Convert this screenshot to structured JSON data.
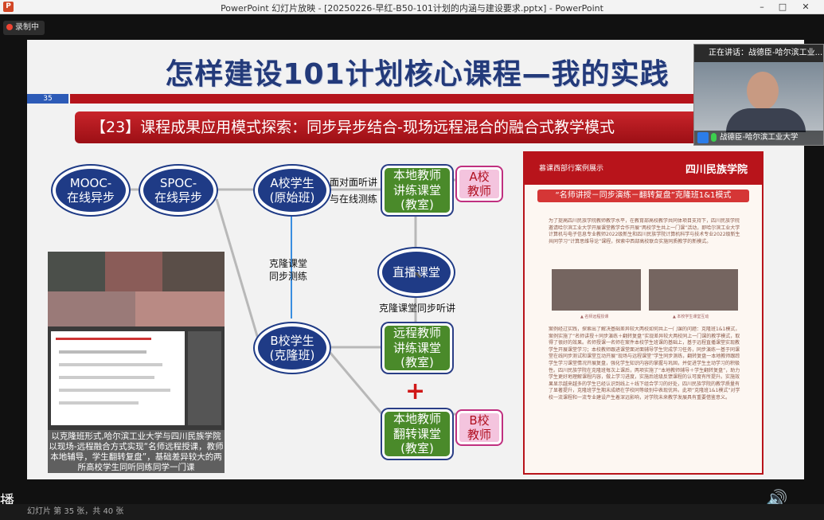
{
  "window": {
    "title": "PowerPoint 幻灯片放映 - [20250226-早红-B50-101计划的内涵与建设要求.pptx] - PowerPoint",
    "app_icon": "P",
    "controls": {
      "min": "–",
      "max": "□",
      "close": "✕"
    }
  },
  "recording": {
    "label": "录制中"
  },
  "slide": {
    "title": "怎样建设101计划核心课程—我的实践",
    "number": "35",
    "banner": "【23】课程成果应用模式探索：同步异步结合-现场远程混合的融合式教学模式",
    "nodes": {
      "mooc": "MOOC-\n在线异步",
      "spoc": "SPOC-\n在线异步",
      "school_a": "A校学生\n(原始班)",
      "school_b": "B校学生\n(克隆班)",
      "live": "直播课堂",
      "local_teacher": "本地教师\n讲练课堂\n(教室)",
      "remote_teacher": "远程教师\n讲练课堂\n(教室)",
      "flip_teacher": "本地教师\n翻转课堂\n(教室)",
      "a_teacher": "A校\n教师",
      "b_teacher": "B校\n教师"
    },
    "labels": {
      "face_to_face": "面对面听讲",
      "online_practice": "与在线测练",
      "clone_sync": "克隆课堂\n同步测练",
      "clone_listen": "克隆课堂同步听讲",
      "plus": "+"
    },
    "caption": "以克隆班形式,哈尔滨工业大学与四川民族学院以现场-远程融合方式实现“名师远程授课，教师本地辅导，学生翻转复盘”，基础差异较大的两所高校学生同听同练同学一门课",
    "case": {
      "header_small": "慕课西部行案例展示",
      "header_big": "四川民族学院",
      "subtitle": "“名师讲授－同步演练－翻转复盘”克隆班1&1模式",
      "para1": "为了提高四川民族学院教师教学水平，在教育部高校教学共同体项目支持下，四川民族学院邀请哈尔滨工业大学开展课堂教学合作开展“两校学生共上一门课”活动，即哈尔滨工业大学计算机与电子信息专业教师2022级新生和四川民族学院计算机科学与技术专业2022级新生共同学习“计算思维导论”课程，探索中西部高校联合实施同质教学的新模式。",
      "img_cap1": "▲ 名师远程授课",
      "img_cap2": "▲ 本校学生课堂互动",
      "para2": "案例经过实践，探索出了解决基础差异较大两校如何共上一门课的问题：克隆班1&1模式，案例实施了“名师讲授＋同步演练＋翻转复盘”实现差异较大两校同上一门课的教学模式，取得了很好的效果。名师授课一名师在案件本校学生班课的基础上，基于远程直播课堂实现教学生开展课堂学习；本校教师跟进课堂面对面辅导学生完成学习任务，同步演练一基于同课堂在线同步测试和课堂互动开展“现场与远程课堂”学生同步测练，翻转复盘一本地教师跟踪学生学习课堂情况开展复盘，强化学生知识内容的掌握与巩固，并促进学生主动学习的积极性。四川民族学院在克隆班每次上课后，两项实施了“本地教师辅导＋学生翻转复盘”，助力学生更好地理解课程内容，做上学习进度，实施后班级反馈课程的认可度有所提升。实施效果显示越来越多的学生已经认识到线上＋线下组合学习的好处，四川民族学院的教学质量有了显著提升，克隆班学生期末成绩在学校同等级别中表现优异。此项“克隆班1&1模式”对学校一流课程和一流专业建设产生着深远影响，对学院未来教学发展具有重要借鉴意义。"
    }
  },
  "webcam": {
    "speaking": "正在讲话：战德臣-哈尔滨工业...",
    "name": "战德臣-哈尔滨工业大学"
  },
  "status": {
    "slide_info": "幻灯片 第 35 张，共 40 张",
    "side_text": "播",
    "volume_icon": "🔊"
  }
}
